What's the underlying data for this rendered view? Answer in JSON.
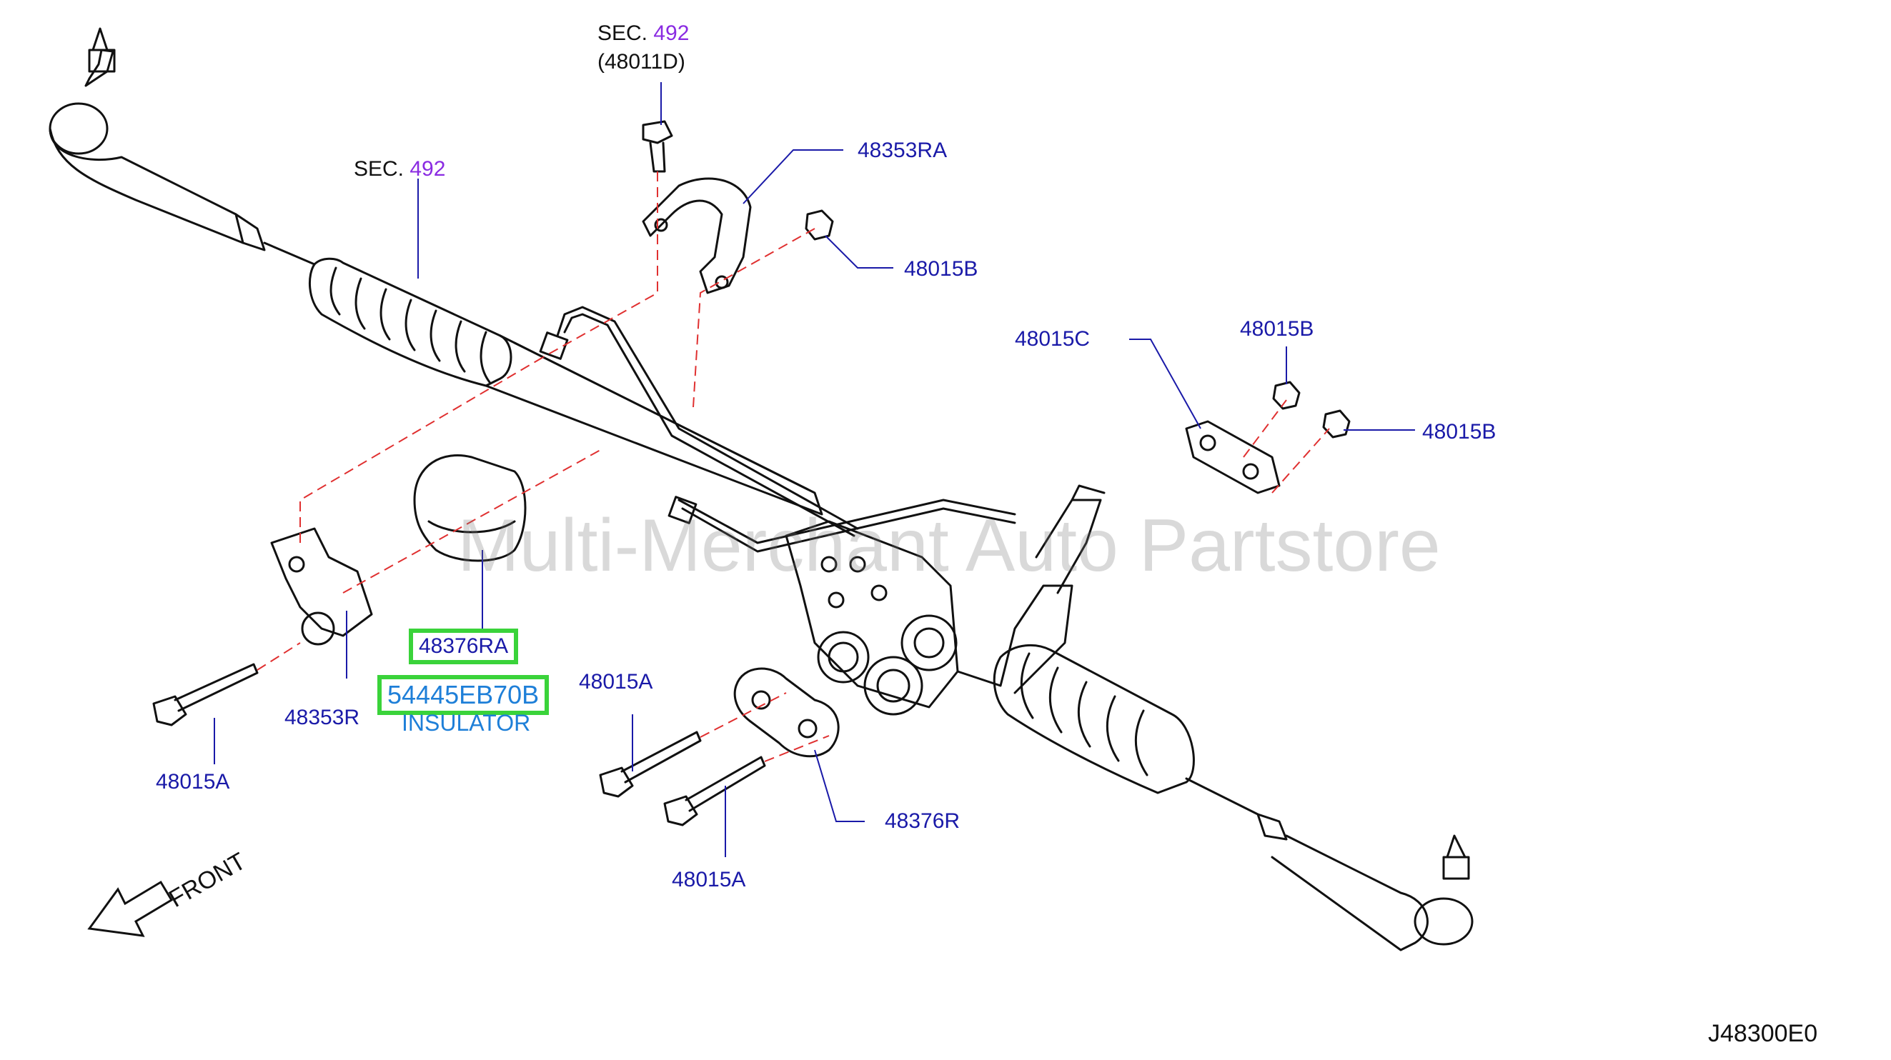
{
  "watermark": "Multi-Merchant Auto Partstore",
  "drawing_code": "J48300E0",
  "front_label": "FRONT",
  "labels": {
    "sec_top": "SEC.",
    "sec_top_num": "492",
    "sec_top_ref": "(48011D)",
    "sec_left": "SEC.",
    "sec_left_num": "492",
    "p48353RA": "48353RA",
    "p48015B_a": "48015B",
    "p48015C": "48015C",
    "p48015B_b": "48015B",
    "p48015B_c": "48015B",
    "p48376RA": "48376RA",
    "p54445EB70B": "54445EB70B",
    "insulator": "INSULATOR",
    "p48353R": "48353R",
    "p48015A_a": "48015A",
    "p48015A_b": "48015A",
    "p48015A_c": "48015A",
    "p48376R": "48376R"
  },
  "colors": {
    "part_label": "#1a1aa8",
    "section_number": "#8a2be2",
    "highlight_border": "#3ad33a",
    "highlight_text": "#1e7fd8",
    "dash_line": "#e03030"
  }
}
